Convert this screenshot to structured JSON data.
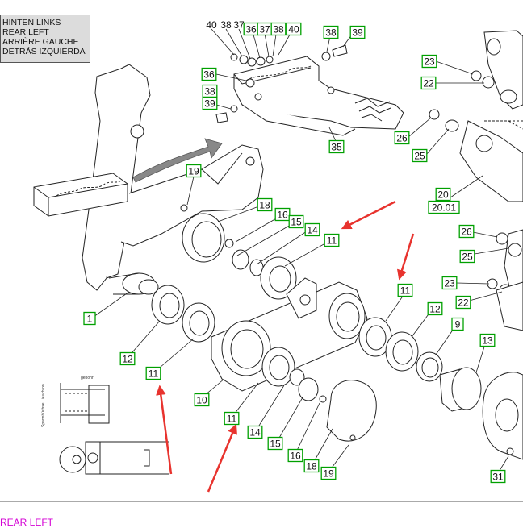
{
  "legend": {
    "lines": [
      "HINTEN LINKS",
      "REAR LEFT",
      "ARRIÈRE GAUCHE",
      "DETRÁS IZQUIERDA"
    ]
  },
  "caption": "REAR LEFT",
  "inset_labels": {
    "a": "gebohrt",
    "b": "Spannbüchse Lieuchton"
  },
  "colors": {
    "label_border": "#00a000",
    "arrow": "#e8332e",
    "caption": "#d400d4"
  },
  "callouts": {
    "boxed": [
      {
        "text": "36"
      },
      {
        "text": "37"
      },
      {
        "text": "38"
      },
      {
        "text": "40"
      },
      {
        "text": "38"
      },
      {
        "text": "39"
      },
      {
        "text": "36"
      },
      {
        "text": "38"
      },
      {
        "text": "39"
      },
      {
        "text": "35"
      },
      {
        "text": "23"
      },
      {
        "text": "22"
      },
      {
        "text": "26"
      },
      {
        "text": "25"
      },
      {
        "text": "20"
      },
      {
        "text": "20.01"
      },
      {
        "text": "19"
      },
      {
        "text": "18"
      },
      {
        "text": "16"
      },
      {
        "text": "15"
      },
      {
        "text": "14"
      },
      {
        "text": "11"
      },
      {
        "text": "26"
      },
      {
        "text": "25"
      },
      {
        "text": "23"
      },
      {
        "text": "22"
      },
      {
        "text": "11"
      },
      {
        "text": "12"
      },
      {
        "text": "9"
      },
      {
        "text": "13"
      },
      {
        "text": "1"
      },
      {
        "text": "12"
      },
      {
        "text": "11"
      },
      {
        "text": "10"
      },
      {
        "text": "11"
      },
      {
        "text": "14"
      },
      {
        "text": "15"
      },
      {
        "text": "16"
      },
      {
        "text": "18"
      },
      {
        "text": "19"
      },
      {
        "text": "31"
      }
    ],
    "plain": [
      {
        "text": "40"
      },
      {
        "text": "38"
      },
      {
        "text": "37"
      }
    ]
  }
}
